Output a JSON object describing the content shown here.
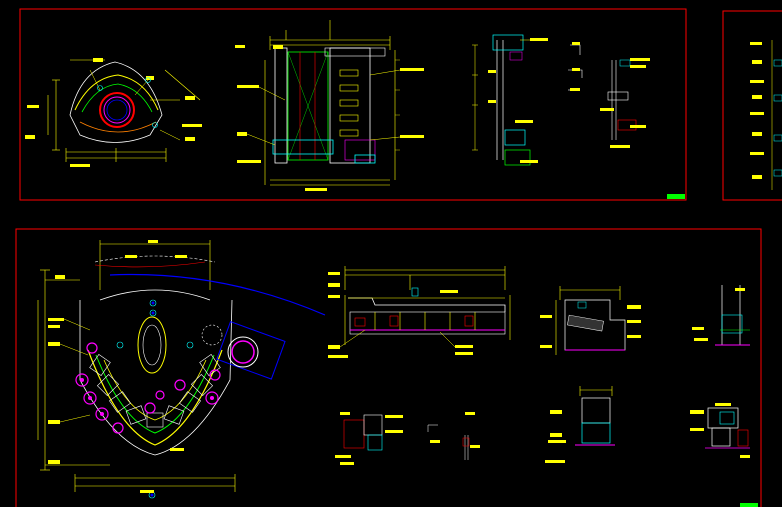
{
  "colors": {
    "background": "#000000",
    "frame": "#ff0000",
    "dimension": "#ffff00",
    "outline": "#ffffff",
    "accent_green": "#00ff00",
    "accent_magenta": "#ff00ff",
    "accent_cyan": "#00ffff",
    "accent_blue": "#0000ff",
    "accent_red": "#ff0000",
    "accent_orange": "#ff8000"
  },
  "sheets": [
    {
      "name": "sheet-top-left",
      "title_block": "green-tag"
    },
    {
      "name": "sheet-top-right"
    },
    {
      "name": "sheet-bottom",
      "title_block": "green-tag"
    }
  ],
  "drawings": [
    {
      "name": "curved-desk-plan-small",
      "sheet": "sheet-top-left"
    },
    {
      "name": "wall-elevation",
      "sheet": "sheet-top-left"
    },
    {
      "name": "section-detail-a",
      "sheet": "sheet-top-left"
    },
    {
      "name": "section-detail-b",
      "sheet": "sheet-top-left"
    },
    {
      "name": "curved-desk-plan-large",
      "sheet": "sheet-bottom"
    },
    {
      "name": "counter-elevation",
      "sheet": "sheet-bottom"
    },
    {
      "name": "counter-section-1",
      "sheet": "sheet-bottom"
    },
    {
      "name": "counter-section-2",
      "sheet": "sheet-bottom"
    },
    {
      "name": "joint-detail-1",
      "sheet": "sheet-bottom"
    },
    {
      "name": "joint-detail-2",
      "sheet": "sheet-bottom"
    },
    {
      "name": "joint-detail-3",
      "sheet": "sheet-bottom"
    }
  ]
}
